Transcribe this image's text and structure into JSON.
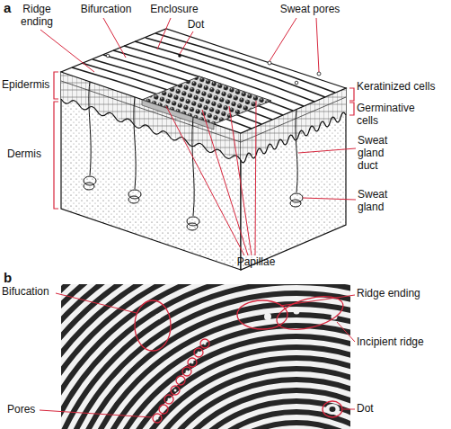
{
  "diagram": {
    "labels": [
      "a",
      "Ridge ending",
      "Bifurcation",
      "Enclosure",
      "Dot",
      "Sweat pores",
      "Epidermis",
      "Dermis",
      "Keratinized cells",
      "Germinative cells",
      "Sweat gland duct",
      "Sweat gland",
      "Papillae",
      "b",
      "Bifucation",
      "Ridge ending",
      "Incipient ridge",
      "Pores",
      "Dot"
    ]
  }
}
